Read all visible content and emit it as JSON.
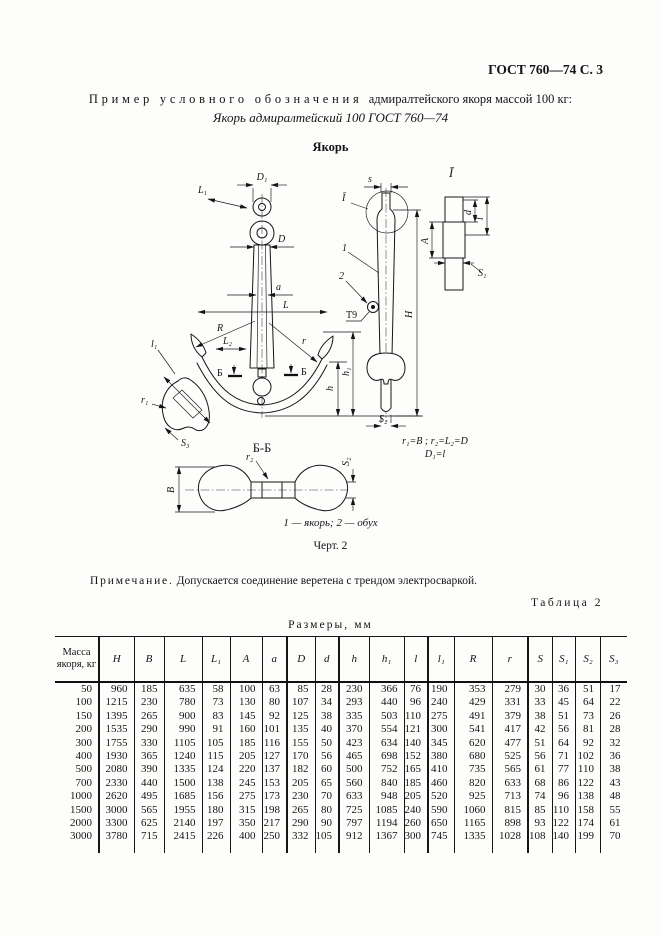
{
  "page": {
    "header_right": "ГОСТ 760—74 С. 3",
    "example_intro": "Пример условного обозначения",
    "example_rest": "адмиралтейского якоря массой 100 кг:",
    "designation": "Якорь адмиралтейский 100 ГОСТ 760—74",
    "figure_title": "Якорь",
    "figure_caption": "1 — якорь; 2 — обух",
    "figure_number": "Черт. 2",
    "note_label": "Примечание.",
    "note_text": "Допускается соединение веретена с трендом электросваркой.",
    "table_label": "Таблица 2",
    "table_units": "Размеры, мм"
  },
  "drawing": {
    "labels": {
      "L1": "L₁",
      "D1": "D₁",
      "D": "D",
      "a": "a",
      "L": "L",
      "R": "R",
      "L2": "L₂",
      "r": "r",
      "section_mark": "Б",
      "h": "h",
      "h1": "h₁",
      "l1": "l₁",
      "r1": "r₁",
      "S3": "S₃",
      "s": "s",
      "detail_ref": "Ī",
      "part_1": "1",
      "part_2": "2",
      "weld": "Т9",
      "H": "H",
      "S2": "S₂",
      "A": "A",
      "d": "d",
      "l": "l",
      "S1": "S₁",
      "B": "B",
      "r2": "r₂",
      "section_title": "Б-Б"
    },
    "formulas": {
      "line1": "r₁=B ;  r₂=L₂=D",
      "line2": "D₁=l"
    }
  },
  "table": {
    "mass_header": "Масса якоря, кг",
    "columns": [
      "H",
      "B",
      "L",
      "L₁",
      "A",
      "a",
      "D",
      "d",
      "h",
      "h₁",
      "l",
      "l₁",
      "R",
      "r",
      "S",
      "S₁",
      "S₂",
      "S₃"
    ],
    "rows": [
      [
        50,
        960,
        185,
        635,
        58,
        100,
        63,
        85,
        28,
        230,
        366,
        76,
        190,
        353,
        279,
        30,
        36,
        51,
        17
      ],
      [
        100,
        1215,
        230,
        780,
        73,
        130,
        80,
        107,
        34,
        293,
        440,
        96,
        240,
        429,
        331,
        33,
        45,
        64,
        22
      ],
      [
        150,
        1395,
        265,
        900,
        83,
        145,
        92,
        125,
        38,
        335,
        503,
        110,
        275,
        491,
        379,
        38,
        51,
        73,
        26
      ],
      [
        200,
        1535,
        290,
        990,
        91,
        160,
        101,
        135,
        40,
        370,
        554,
        121,
        300,
        541,
        417,
        42,
        56,
        81,
        28
      ],
      [
        300,
        1755,
        330,
        1105,
        105,
        185,
        116,
        155,
        50,
        423,
        634,
        140,
        345,
        620,
        477,
        51,
        64,
        92,
        32
      ],
      [
        400,
        1930,
        365,
        1240,
        115,
        205,
        127,
        170,
        56,
        465,
        698,
        152,
        380,
        680,
        525,
        56,
        71,
        102,
        36
      ],
      [
        500,
        2080,
        390,
        1335,
        124,
        220,
        137,
        182,
        60,
        500,
        752,
        165,
        410,
        735,
        565,
        61,
        77,
        110,
        38
      ],
      [
        700,
        2330,
        440,
        1500,
        138,
        245,
        153,
        205,
        65,
        560,
        840,
        185,
        460,
        820,
        633,
        68,
        86,
        122,
        43
      ],
      [
        1000,
        2620,
        495,
        1685,
        156,
        275,
        173,
        230,
        70,
        633,
        948,
        205,
        520,
        925,
        713,
        74,
        96,
        138,
        48
      ],
      [
        1500,
        3000,
        565,
        1955,
        180,
        315,
        198,
        265,
        80,
        725,
        1085,
        240,
        590,
        1060,
        815,
        85,
        110,
        158,
        55
      ],
      [
        2000,
        3300,
        625,
        2140,
        197,
        350,
        217,
        290,
        90,
        797,
        1194,
        260,
        650,
        1165,
        898,
        93,
        122,
        174,
        61
      ],
      [
        3000,
        3780,
        715,
        2415,
        226,
        400,
        250,
        332,
        105,
        912,
        1367,
        300,
        745,
        1335,
        1028,
        108,
        140,
        199,
        70
      ]
    ]
  }
}
